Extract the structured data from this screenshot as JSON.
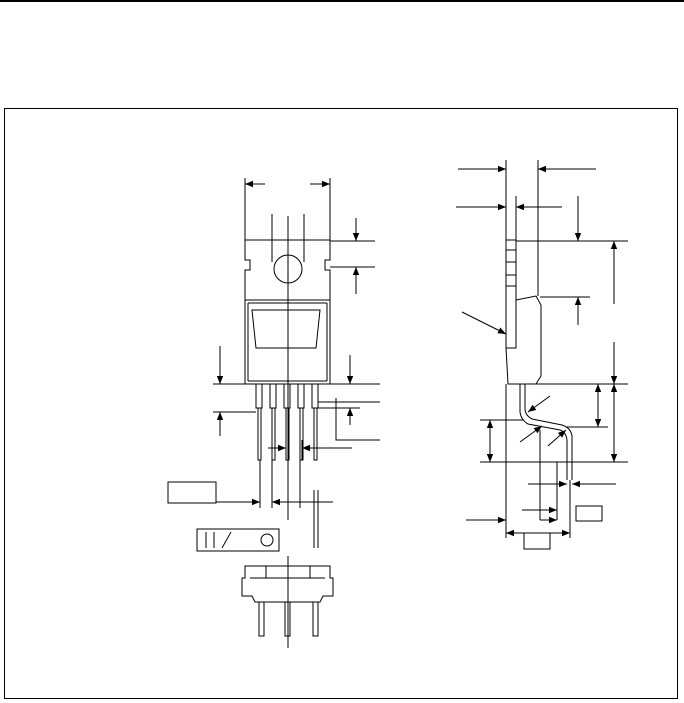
{
  "drawing": {
    "type": "package outline drawing",
    "views": [
      "front-view",
      "side-view",
      "end-view"
    ],
    "lead_count": 5,
    "labels": [],
    "colors": {
      "line": "#000000",
      "background": "#ffffff"
    }
  }
}
